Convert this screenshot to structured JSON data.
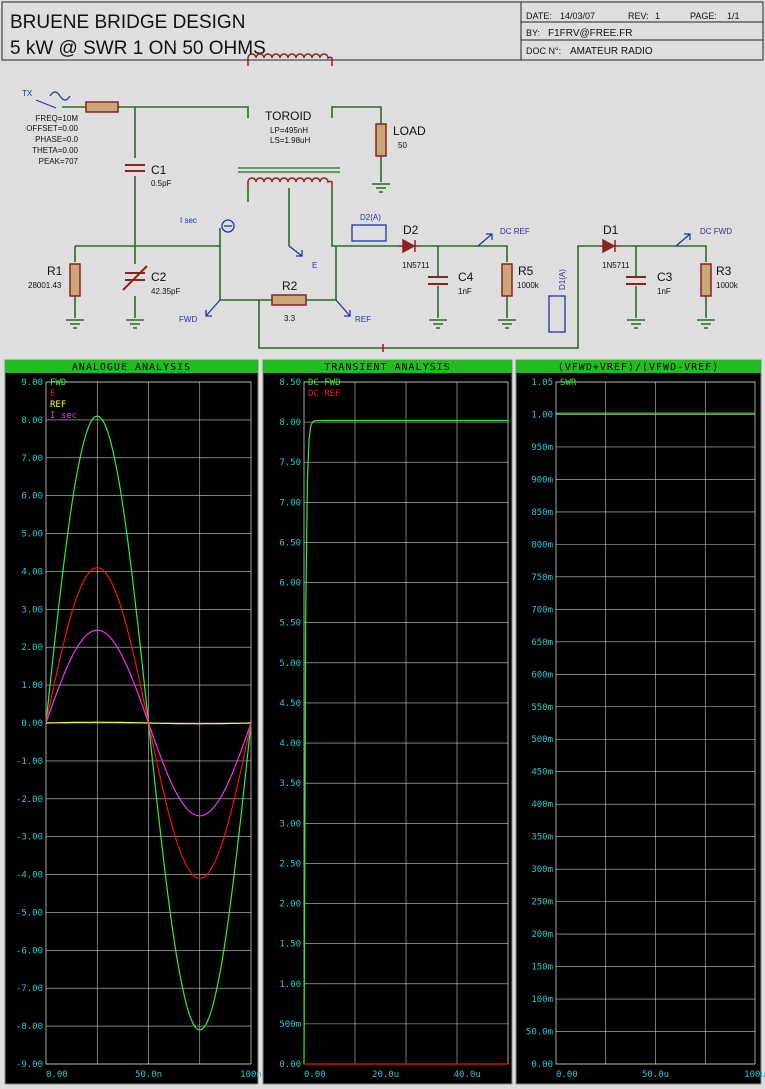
{
  "header": {
    "title_line1": "BRUENE BRIDGE DESIGN",
    "title_line2": "5 kW @ SWR 1 ON 50 OHMS",
    "date_label": "DATE:",
    "date_value": "14/03/07",
    "rev_label": "REV:",
    "rev_value": "1",
    "page_label": "PAGE:",
    "page_value": "1/1",
    "by_label": "BY:",
    "by_value": "F1FRV@FREE.FR",
    "doc_label": "DOC N°:",
    "doc_value": "AMATEUR RADIO"
  },
  "schematic": {
    "source": {
      "name": "TX",
      "params": [
        "FREQ=10M",
        "OFFSET=0.00",
        "PHASE=0.0",
        "THETA=0.00",
        "PEAK=707"
      ]
    },
    "components": {
      "toroid": {
        "name": "TOROID",
        "lp": "LP=495nH",
        "ls": "LS=1.98uH"
      },
      "load": {
        "name": "LOAD",
        "value": "50"
      },
      "c1": {
        "name": "C1",
        "value": "0.5pF"
      },
      "c2": {
        "name": "C2",
        "value": "42.35pF"
      },
      "r1": {
        "name": "R1",
        "value": "28001.43"
      },
      "r2": {
        "name": "R2",
        "value": "3.3"
      },
      "d2": {
        "name": "D2",
        "value": "1N5711"
      },
      "d1": {
        "name": "D1",
        "value": "1N5711"
      },
      "c4": {
        "name": "C4",
        "value": "1nF"
      },
      "c3": {
        "name": "C3",
        "value": "1nF"
      },
      "r5": {
        "name": "R5",
        "value": "1000k"
      },
      "r3": {
        "name": "R3",
        "value": "1000k"
      }
    },
    "probes": {
      "isec": "I sec",
      "e": "E",
      "fwd": "FWD",
      "ref": "REF",
      "dc_ref": "DC REF",
      "dc_fwd": "DC FWD",
      "d2a": "D2(A)",
      "d1a": "D1(A)"
    }
  },
  "chart_data": [
    {
      "type": "line",
      "title": "ANALOGUE ANALYSIS",
      "xlim": [
        0,
        100
      ],
      "ylim": [
        -9,
        9
      ],
      "yticks": [
        "9.00",
        "8.00",
        "7.00",
        "6.00",
        "5.00",
        "4.00",
        "3.00",
        "2.00",
        "1.00",
        "0.00",
        "-1.00",
        "-2.00",
        "-3.00",
        "-4.00",
        "-5.00",
        "-6.00",
        "-7.00",
        "-8.00",
        "-9.00"
      ],
      "xticks": [
        "0.00",
        "50.0n",
        "100n"
      ],
      "grid": true,
      "legend_position": "top-left",
      "series": [
        {
          "name": "FWD",
          "color": "#33ee33",
          "amplitude": 8.1,
          "period": 100
        },
        {
          "name": "E",
          "color": "#ee1111",
          "amplitude": 4.1,
          "period": 100
        },
        {
          "name": "REF",
          "color": "#ffff33",
          "amplitude": 0.02,
          "period": 100
        },
        {
          "name": "I sec",
          "color": "#ee33ee",
          "amplitude": 2.45,
          "period": 100
        }
      ]
    },
    {
      "type": "line",
      "title": "TRANSIENT ANALYSIS",
      "xlim": [
        0,
        50
      ],
      "ylim": [
        0,
        8.5
      ],
      "yticks": [
        "8.50",
        "8.00",
        "7.50",
        "7.00",
        "6.50",
        "6.00",
        "5.50",
        "5.00",
        "4.50",
        "4.00",
        "3.50",
        "3.00",
        "2.50",
        "2.00",
        "1.50",
        "1.00",
        "500m",
        "0.00"
      ],
      "xticks": [
        "0.00",
        "20.0u",
        "40.0u"
      ],
      "grid": true,
      "legend_position": "top-left",
      "series": [
        {
          "name": "DC FWD",
          "color": "#33ee33",
          "final": 8.02
        },
        {
          "name": "DC REF",
          "color": "#ee1111",
          "final": 0.0
        }
      ]
    },
    {
      "type": "line",
      "title": "(VFWD+VREF)/(VFWD-VREF)",
      "xlim": [
        0,
        100
      ],
      "ylim": [
        0,
        1.05
      ],
      "yticks": [
        "1.05",
        "1.00",
        "950m",
        "900m",
        "850m",
        "800m",
        "750m",
        "700m",
        "650m",
        "600m",
        "550m",
        "500m",
        "450m",
        "400m",
        "350m",
        "300m",
        "250m",
        "200m",
        "150m",
        "100m",
        "50.0m",
        "0.00"
      ],
      "xticks": [
        "0.00",
        "50.0u",
        "100u"
      ],
      "grid": true,
      "legend_position": "top-left",
      "series": [
        {
          "name": "SWR",
          "color": "#33ee33",
          "values": [
            1.002,
            1.002,
            1.002,
            1.002
          ]
        }
      ]
    }
  ]
}
